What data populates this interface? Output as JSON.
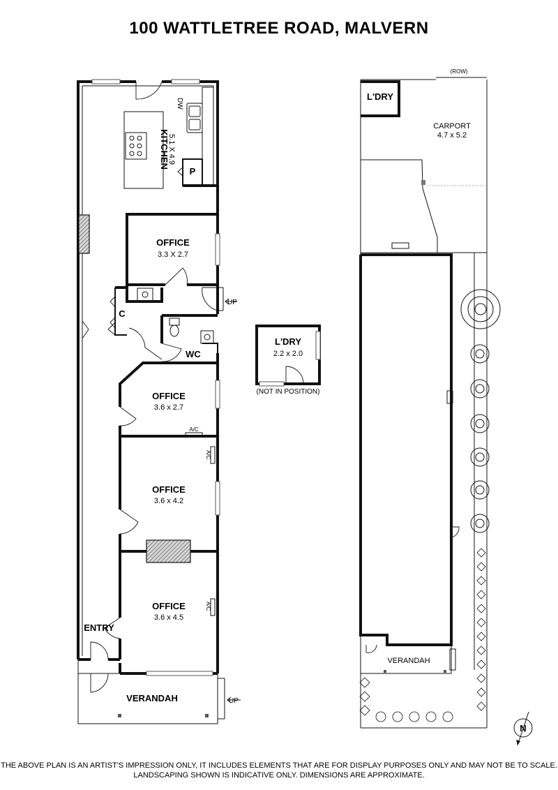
{
  "title": "100 WATTLETREE ROAD, MALVERN",
  "main_building": {
    "kitchen": {
      "label": "KITCHEN",
      "dims": "5.1 X 4.9"
    },
    "dw_label": "DW",
    "pantry_label": "P",
    "office_1": {
      "label": "OFFICE",
      "dims": "3.3 X 2.7"
    },
    "cupboard_label": "C",
    "up_label_rear": "UP",
    "wc_label": "WC",
    "office_2": {
      "label": "OFFICE",
      "dims": "3.6 x 2.7"
    },
    "ac_label_1": "A/C",
    "ac_label_2": "A/C",
    "office_3": {
      "label": "OFFICE",
      "dims": "3.6 x 4.2"
    },
    "office_4": {
      "label": "OFFICE",
      "dims": "3.6 x 4.5"
    },
    "ac_label_3": "A/C",
    "entry_label": "ENTRY",
    "verandah_label": "VERANDAH",
    "up_label_front": "UP"
  },
  "laundry_detached": {
    "label": "L'DRY",
    "dims": "2.2 x 2.0",
    "note": "(NOT IN POSITION)"
  },
  "site_plan": {
    "row_label": "(ROW)",
    "laundry_label": "L'DRY",
    "carport": {
      "label": "CARPORT",
      "dims": "4.7 x 5.2"
    },
    "verandah_label": "VERANDAH",
    "compass_label": "N"
  },
  "disclaimer": {
    "line1": "THE ABOVE PLAN IS AN ARTIST'S IMPRESSION ONLY, IT INCLUDES ELEMENTS THAT ARE FOR DISPLAY PURPOSES ONLY AND MAY NOT BE TO SCALE.",
    "line2": "LANDSCAPING SHOWN IS INDICATIVE ONLY. DIMENSIONS ARE APPROXIMATE."
  }
}
